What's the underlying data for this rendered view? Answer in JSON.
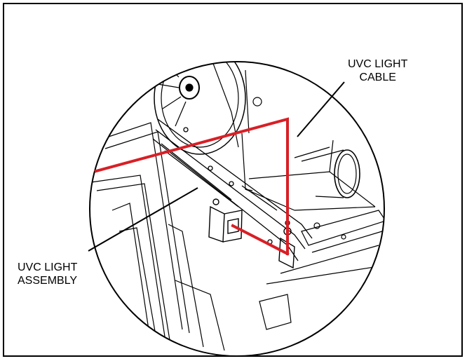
{
  "figure": {
    "callouts": [
      {
        "id": "cable",
        "lines": [
          "UVC LIGHT",
          "CABLE"
        ]
      },
      {
        "id": "assembly",
        "lines": [
          "UVC LIGHT",
          "ASSEMBLY"
        ]
      }
    ],
    "highlight_color": "#d81f26",
    "line_color": "#000000"
  }
}
